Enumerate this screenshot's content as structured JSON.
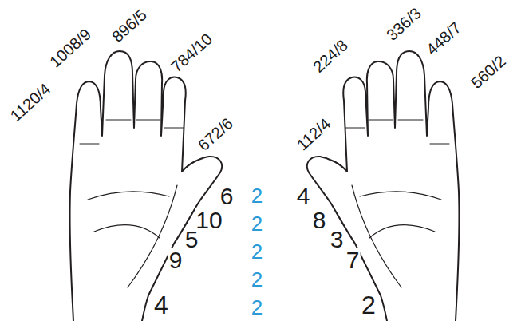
{
  "diagram": {
    "labels": [
      "1120/4",
      "1008/9",
      "896/5",
      "784/10",
      "672/6",
      "6",
      "10",
      "5",
      "9",
      "4",
      "2",
      "2",
      "2",
      "2",
      "2",
      "224/8",
      "336/3",
      "448/7",
      "560/2",
      "112/4",
      "4",
      "8",
      "3",
      "7",
      "2"
    ]
  }
}
